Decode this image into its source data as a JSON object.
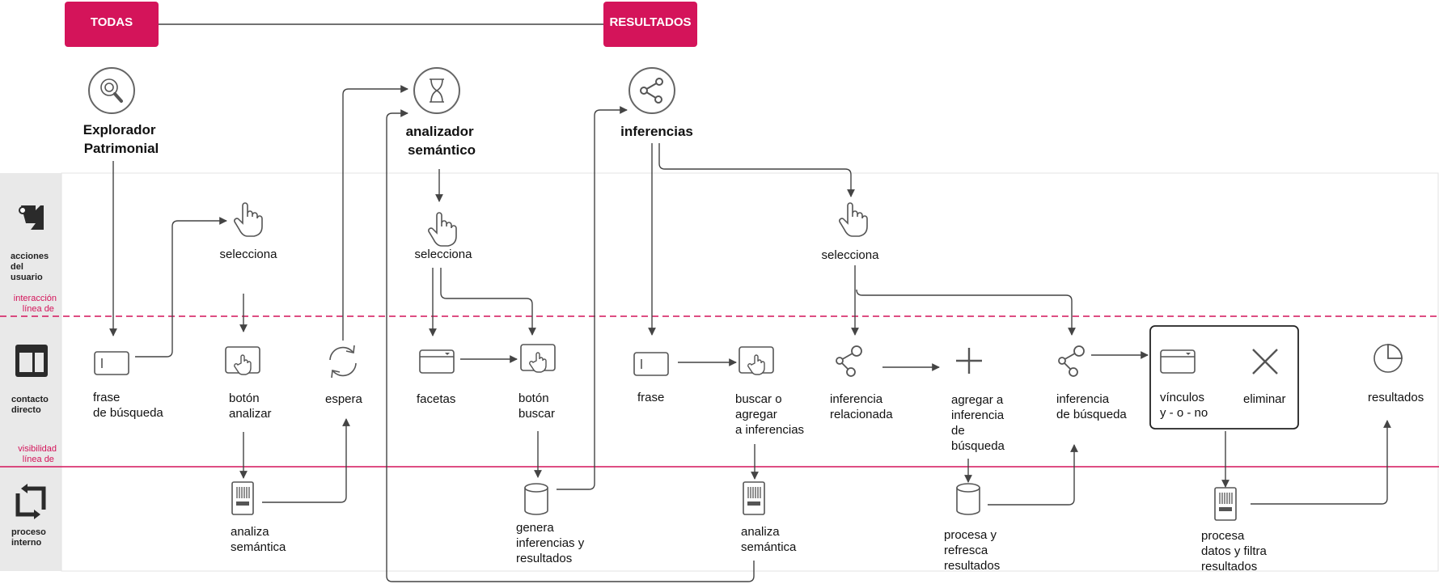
{
  "header": {
    "todas": "TODAS",
    "resultados": "RESULTADOS"
  },
  "lanes": {
    "acciones": [
      "acciones",
      "del",
      "usuario"
    ],
    "linea_interaccion": [
      "línea de",
      "interacción"
    ],
    "contacto": [
      "contacto",
      "directo"
    ],
    "linea_visibilidad": [
      "línea de",
      "visibilidad"
    ],
    "proceso": [
      "proceso",
      "interno"
    ]
  },
  "touchpoints": {
    "explorador": [
      "Explorador",
      "Patrimonial"
    ],
    "analizador": [
      "analizador",
      "semántico"
    ],
    "inferencias": [
      "inferencias"
    ]
  },
  "steps": {
    "selecciona_1": [
      "selecciona"
    ],
    "selecciona_2": [
      "selecciona"
    ],
    "selecciona_3": [
      "selecciona"
    ],
    "frase_busqueda": [
      "frase",
      "de búsqueda"
    ],
    "boton_analizar": [
      "botón",
      "analizar"
    ],
    "espera": [
      "espera"
    ],
    "facetas": [
      "facetas"
    ],
    "boton_buscar": [
      "botón",
      "buscar"
    ],
    "frase": [
      "frase"
    ],
    "buscar_agregar": [
      "buscar o",
      "agregar",
      "a inferencias"
    ],
    "inferencia_relacionada": [
      "inferencia",
      "relacionada"
    ],
    "agregar_inferencia": [
      "agregar a",
      "inferencia",
      "de",
      "búsqueda"
    ],
    "inferencia_busqueda": [
      "inferencia",
      "de búsqueda"
    ],
    "vinculos": [
      "vínculos",
      "y - o - no"
    ],
    "eliminar": [
      "eliminar"
    ],
    "resultados": [
      "resultados"
    ],
    "analiza_1": [
      "analiza",
      "semántica"
    ],
    "genera": [
      "genera",
      "inferencias y",
      "resultados"
    ],
    "analiza_2": [
      "analiza",
      "semántica"
    ],
    "procesa_refresca": [
      "procesa y",
      "refresca",
      "resultados"
    ],
    "procesa_filtra": [
      "procesa",
      "datos y filtra",
      "resultados"
    ]
  },
  "colors": {
    "accent": "#d4145a",
    "lane_bg": "#e9e9e9",
    "icon": "#555555"
  },
  "icons": [
    "search-icon",
    "hourglass-icon",
    "share-icon",
    "hand-pointer-icon",
    "user-action-icon",
    "layout-icon",
    "cycle-icon",
    "input-field-icon",
    "button-press-icon",
    "refresh-icon",
    "dropdown-icon",
    "node-link-icon",
    "plus-icon",
    "close-icon",
    "pie-chart-icon",
    "barcode-icon",
    "database-icon"
  ]
}
